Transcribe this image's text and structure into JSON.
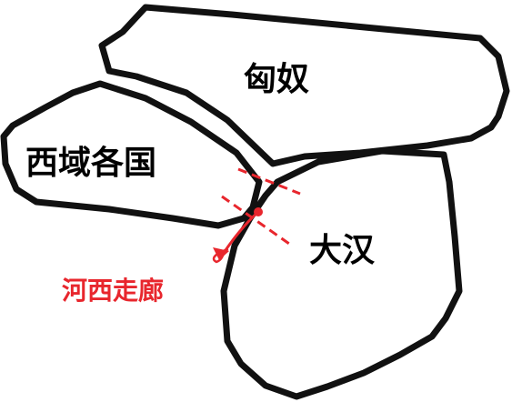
{
  "regions": {
    "xiongnu": "匈奴",
    "xiyu": "西域各国",
    "dahan": "大汉"
  },
  "corridor": {
    "label": "河西走廊"
  },
  "colors": {
    "outline": "#111111",
    "fill": "#ffffff",
    "accent": "#e8262d",
    "text": "#000000"
  }
}
